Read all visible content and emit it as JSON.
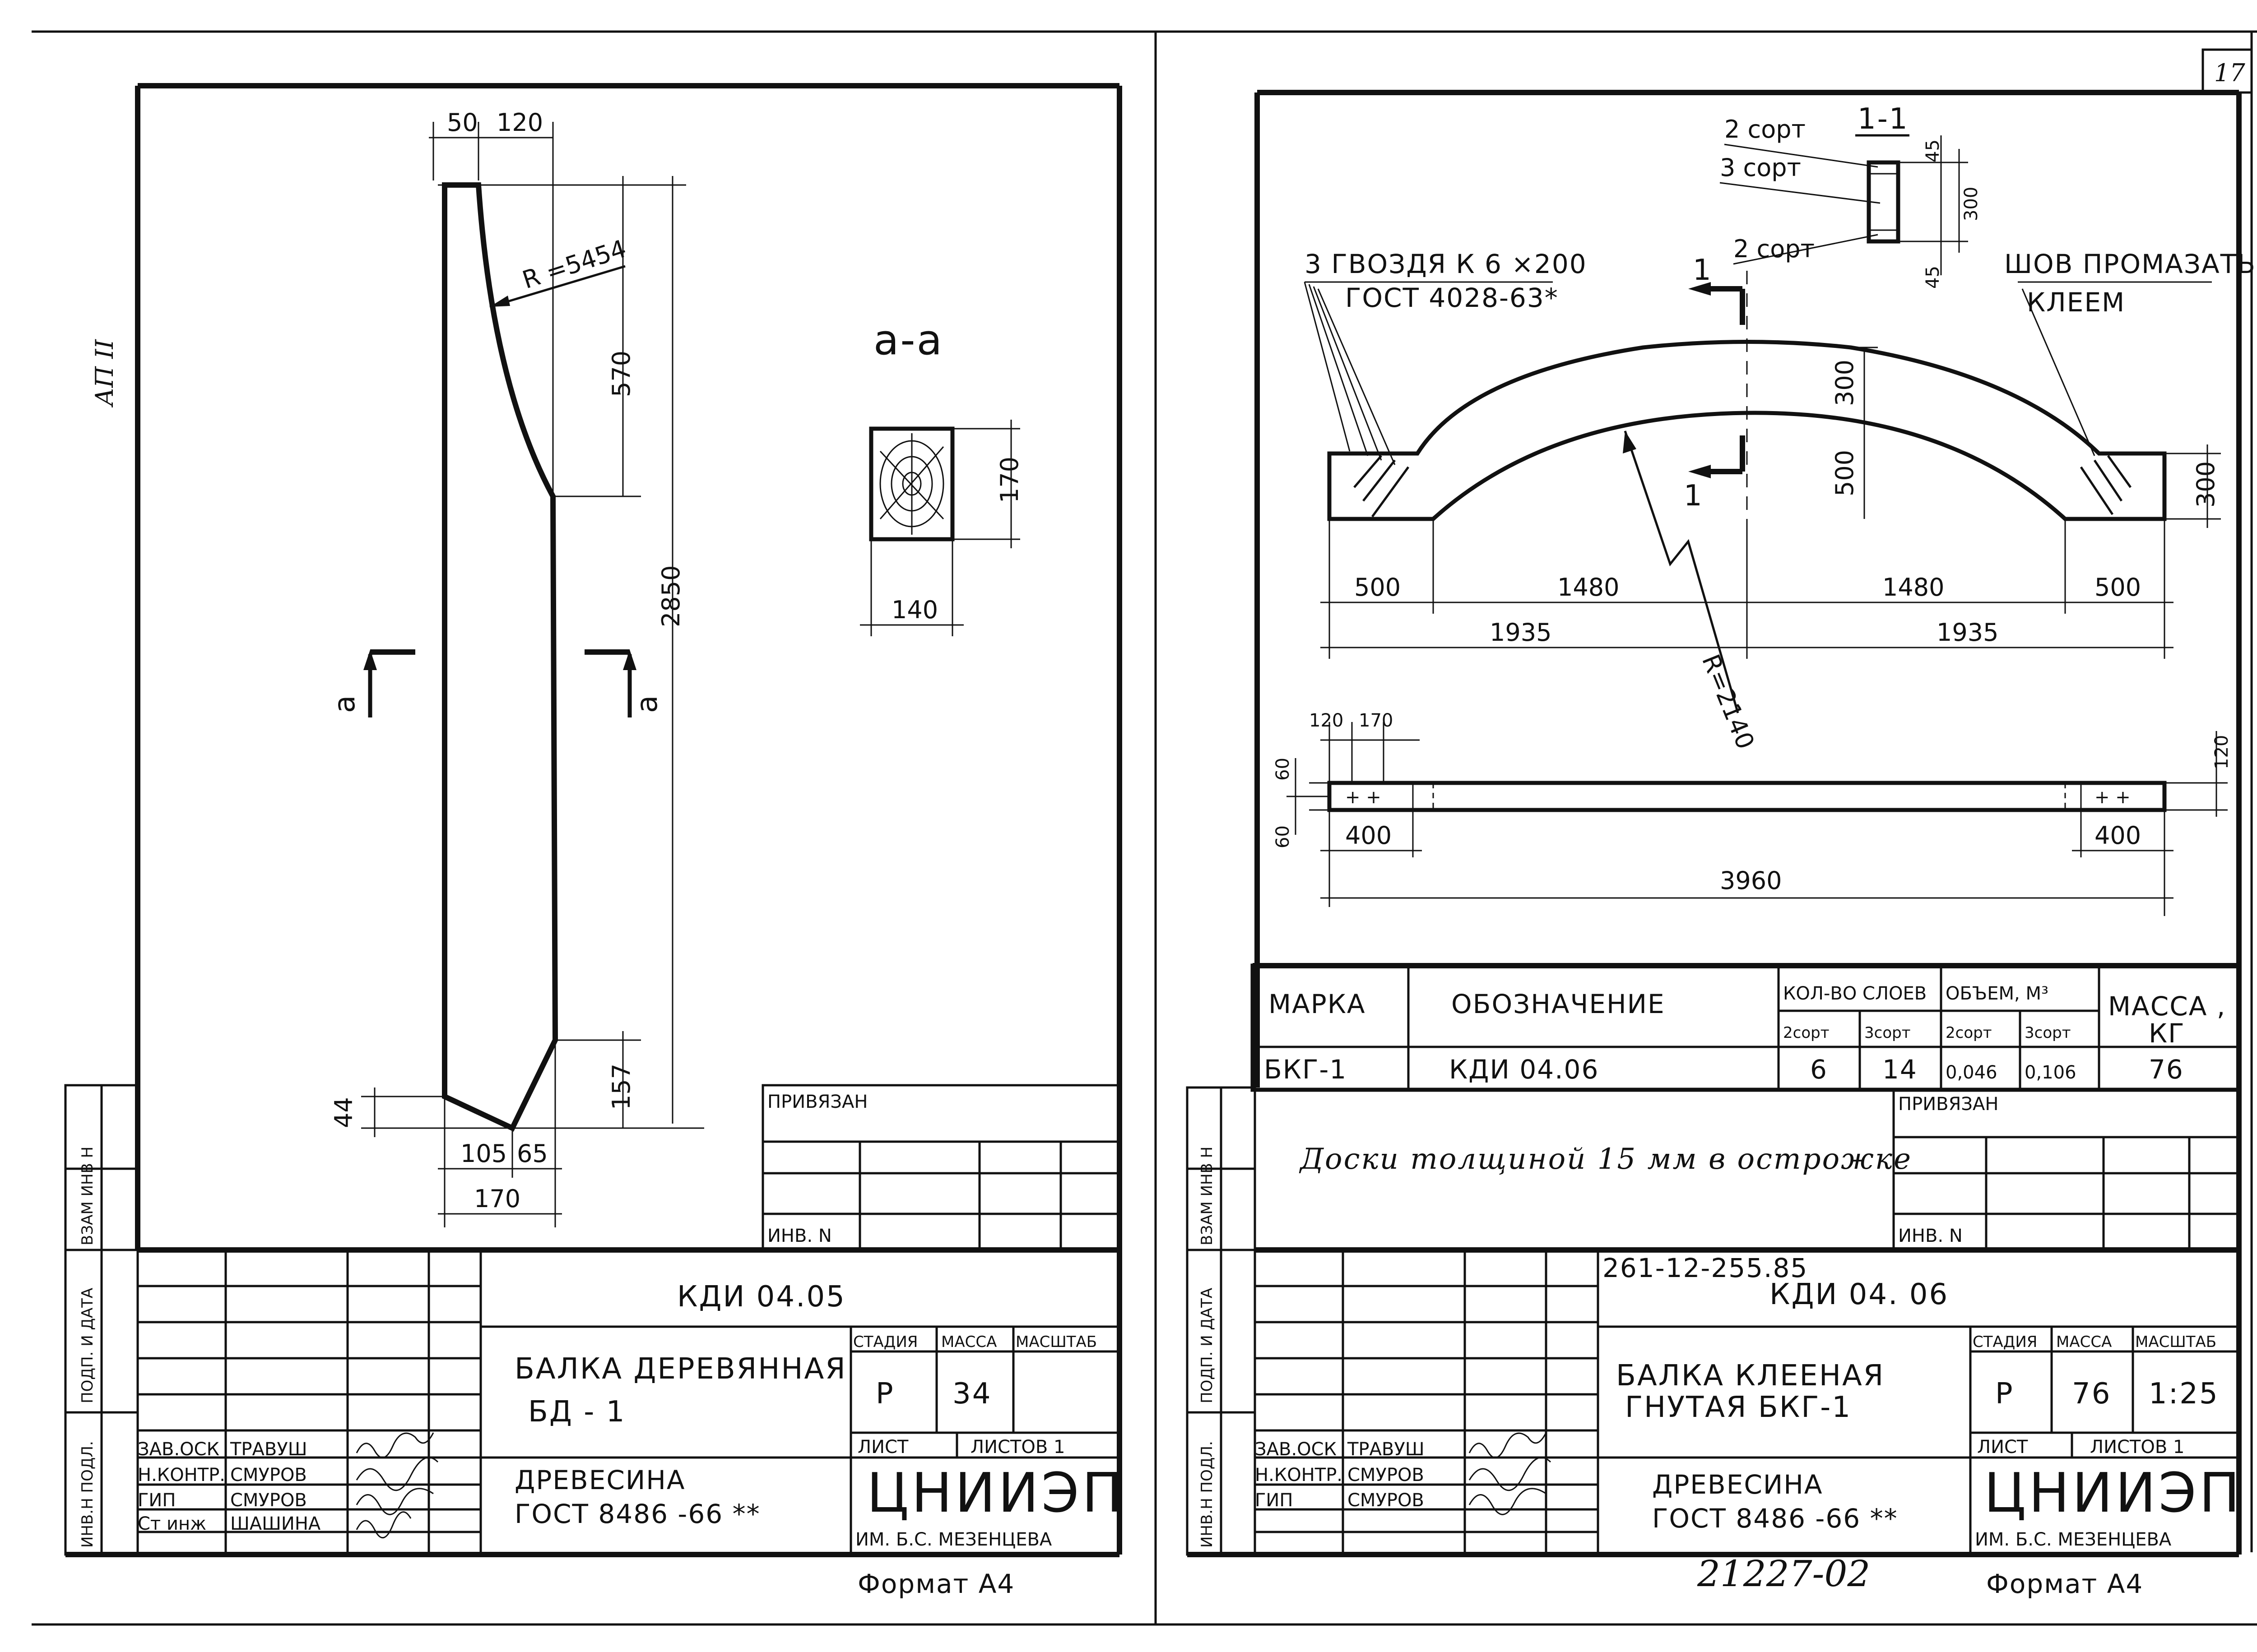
{
  "page_number": "17",
  "left_sheet": {
    "margin_label": "АП II",
    "side_labels": [
      "ИНВ.Н ПОДЛ.",
      "ПОДП. И ДАТА",
      "ВЗАМ ИНВ Н"
    ],
    "dims": {
      "top_a": "50",
      "top_b": "120",
      "radius": "R =5454",
      "right_a": "570",
      "right_b": "2850",
      "right_c": "157",
      "left_a": "44",
      "bottom_a": "105",
      "bottom_b": "65",
      "bottom_c": "170"
    },
    "section_mark": "а",
    "section_title": "а-а",
    "section_dims": {
      "height": "170",
      "width": "140"
    },
    "stamp": {
      "privyazan": "ПРИВЯЗАН",
      "inv_n": "ИНВ. N",
      "doc_code": "КДИ 04.05",
      "title_line1": "БАЛКА ДЕРЕВЯННАЯ",
      "title_line2": "БД - 1",
      "stadiya_label": "СТАДИЯ",
      "massa_label": "МАССА",
      "masshtab_label": "МАСШТАБ",
      "stadiya": "Р",
      "massa": "34",
      "list_label": "ЛИСТ",
      "listov_label": "ЛИСТОВ 1",
      "material_line1": "ДРЕВЕСИНА",
      "material_line2": "ГОСТ 8486 -66 **",
      "org": "ЦНИИЭП",
      "org_sub": "ИМ. Б.С. МЕЗЕНЦЕВА",
      "roles": [
        {
          "role": "ЗАВ.ОСК",
          "name": "ТРАВУШ"
        },
        {
          "role": "Н.КОНТР.",
          "name": "СМУРОВ"
        },
        {
          "role": "ГИП",
          "name": "СМУРОВ"
        },
        {
          "role": "Ст инж",
          "name": "ШАШИНА"
        }
      ]
    },
    "format": "Формат А4"
  },
  "right_sheet": {
    "side_labels": [
      "ИНВ.Н ПОДЛ.",
      "ПОДП. И ДАТА",
      "ВЗАМ ИНВ Н"
    ],
    "section": {
      "title": "1-1",
      "grades": [
        "2 сорт",
        "3 сорт",
        "2 сорт"
      ],
      "dims": [
        "45",
        "300",
        "45"
      ]
    },
    "notes": {
      "nails_line1": "3 ГВОЗДЯ К 6 ×200",
      "nails_line2": "ГОСТ 4028-63*",
      "seam_line1": "ШОВ ПРОМАЗАТЬ",
      "seam_line2": "КЛЕЕМ",
      "boards": "Доски толщиной 15 мм в острожке"
    },
    "section_mark": "1",
    "dims": {
      "arc_thickness": "300",
      "rise": "500",
      "end_height": "300",
      "radius": "R=2140",
      "row1": [
        "500",
        "1480",
        "1480",
        "500"
      ],
      "row2": [
        "1935",
        "1935"
      ]
    },
    "plan": {
      "marks": "+ +",
      "dims": {
        "top_a": "120",
        "top_b": "170",
        "side_a": "60",
        "side_b": "60",
        "width": "120",
        "end_left": "400",
        "end_right": "400",
        "total": "3960"
      }
    },
    "spec_table": {
      "headers": {
        "marka": "МАРКА",
        "oboznachenie": "ОБОЗНАЧЕНИЕ",
        "kol_sloev": "КОЛ-ВО СЛОЕВ",
        "obem": "ОБЪЕМ, М³",
        "massa_line1": "МАССА ,",
        "massa_line2": "КГ"
      },
      "subheaders": [
        "2сорт",
        "3сорт",
        "2сорт",
        "3сорт"
      ],
      "row": {
        "marka": "БКГ-1",
        "oboznachenie": "КДИ 04.06",
        "sloev_2": "6",
        "sloev_3": "14",
        "obem_2": "0,046",
        "obem_3": "0,106",
        "massa": "76"
      }
    },
    "stamp": {
      "privyazan": "ПРИВЯЗАН",
      "inv_n": "ИНВ. N",
      "project_number": "261-12-255.85",
      "doc_code": "КДИ 04. 06",
      "title_line1": "БАЛКА КЛЕЕНАЯ",
      "title_line2": "ГНУТАЯ БКГ-1",
      "stadiya_label": "СТАДИЯ",
      "massa_label": "МАССА",
      "masshtab_label": "МАСШТАБ",
      "stadiya": "Р",
      "massa": "76",
      "masshtab": "1:25",
      "list_label": "ЛИСТ",
      "listov_label": "ЛИСТОВ 1",
      "material_line1": "ДРЕВЕСИНА",
      "material_line2": "ГОСТ 8486 -66 **",
      "org": "ЦНИИЭП",
      "org_sub": "ИМ. Б.С. МЕЗЕНЦЕВА",
      "roles": [
        {
          "role": "ЗАВ.ОСК",
          "name": "ТРАВУШ"
        },
        {
          "role": "Н.КОНТР.",
          "name": "СМУРОВ"
        },
        {
          "role": "ГИП",
          "name": "СМУРОВ"
        }
      ]
    },
    "archive_number": "21227-02",
    "format": "Формат А4"
  }
}
